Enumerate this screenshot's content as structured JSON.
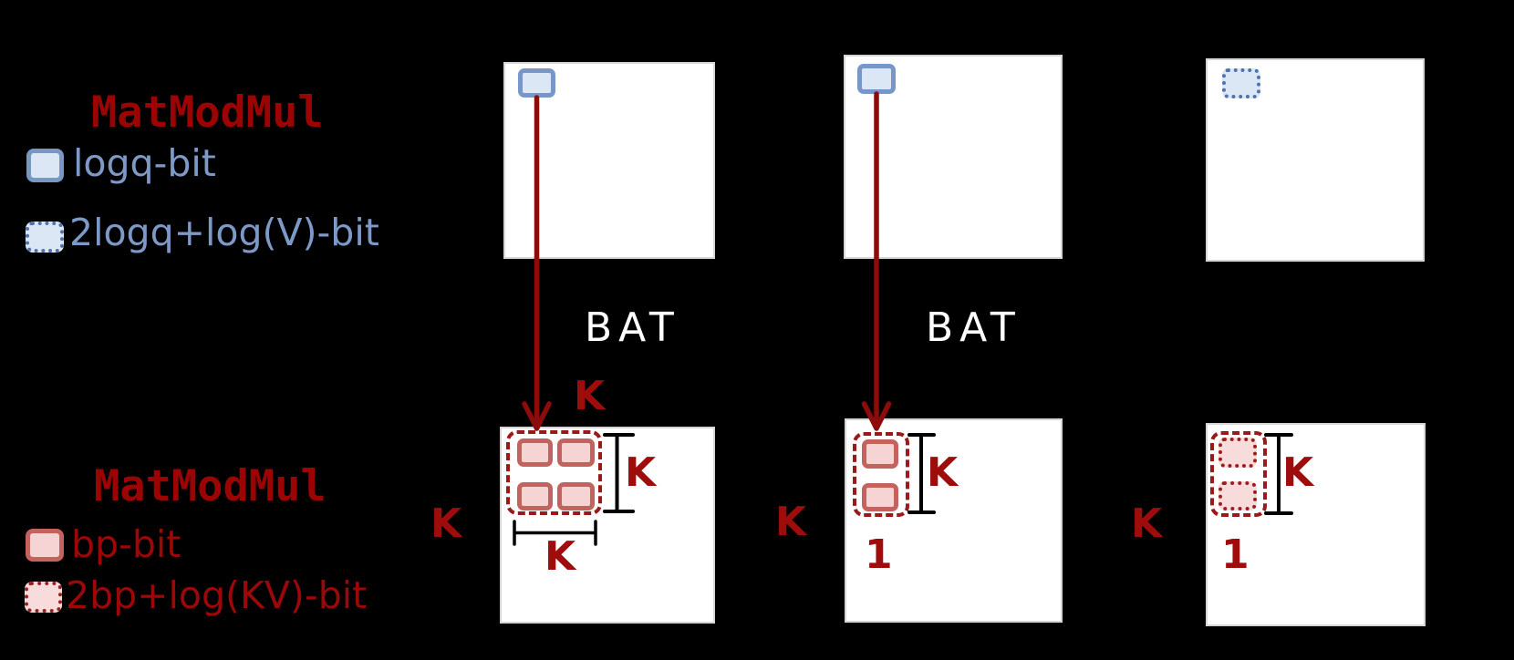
{
  "colors": {
    "background": "#000000",
    "matrix_fill": "#ffffff",
    "dark_red_text": "#9e0c0c",
    "legend_title_red": "#9c0303",
    "arrow_red": "#8e0b0b",
    "dashed_outline_red": "#9a1a1a",
    "pink_cell_fill": "#f6d4d4",
    "pink_cell_border": "#c4635e",
    "blue_cell_fill": "#dce7f6",
    "blue_cell_border": "#7798c6",
    "blue_text": "#7d99c7",
    "bat_text": "#ffffff",
    "bracket_black": "#000000"
  },
  "legend_blue": {
    "title": "MatModMul",
    "items": [
      {
        "label": "logq-bit",
        "swatch": "blue-solid"
      },
      {
        "label": "2logq+log(V)-bit",
        "swatch": "blue-dotted"
      }
    ]
  },
  "legend_red": {
    "title": "MatModMul",
    "items": [
      {
        "label": "bp-bit",
        "swatch": "pink-solid"
      },
      {
        "label": "2bp+log(KV)-bit",
        "swatch": "pink-dotted"
      }
    ]
  },
  "columns": {
    "c1": {
      "bat": "BAT",
      "k_top": "K",
      "k_left": "K",
      "k_height": "K",
      "k_width": "K"
    },
    "c2": {
      "bat": "BAT",
      "k_left": "K",
      "k_height": "K",
      "width_label": "1"
    },
    "c3": {
      "k_left": "K",
      "k_height": "K",
      "width_label": "1"
    }
  }
}
